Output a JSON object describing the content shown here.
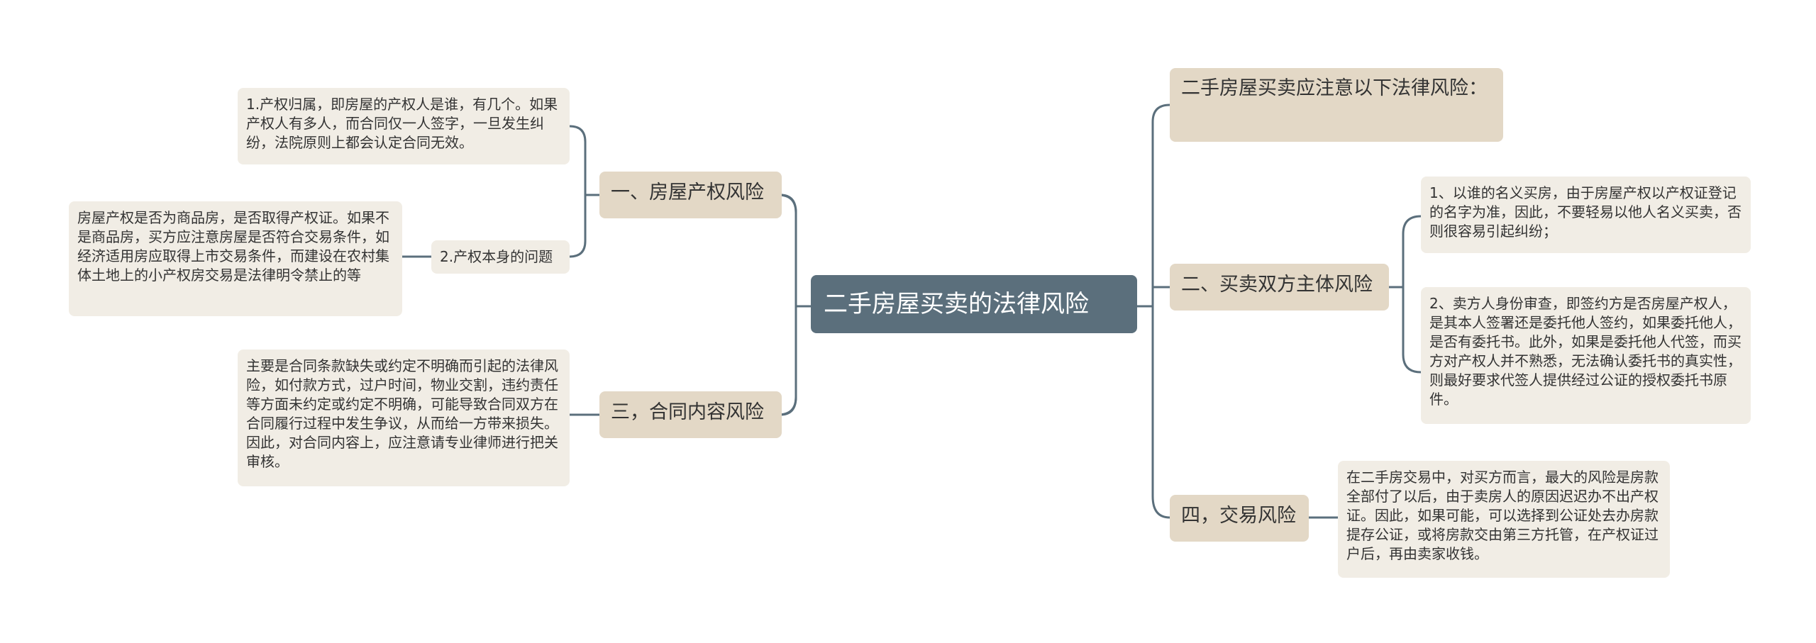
{
  "colors": {
    "root_bg": "#5b6f7c",
    "branch_bg": "#e3d8c6",
    "note_bg": "#f1ede5",
    "connector": "#5b6f7c"
  },
  "root": {
    "label": "二手房屋买卖的法律风险"
  },
  "right": {
    "intro": "二手房屋买卖应注意以下法律风险：",
    "subject_branch": "二、买卖双方主体风险",
    "subject_note_1": "1、以谁的名义买房，由于房屋产权以产权证登记的名字为准，因此，不要轻易以他人名义买卖，否则很容易引起纠纷；",
    "subject_note_2": "2、卖方人身份审查，即签约方是否房屋产权人，是其本人签署还是委托他人签约，如果委托他人，是否有委托书。此外，如果是委托他人代签，而买方对产权人并不熟悉，无法确认委托书的真实性，则最好要求代签人提供经过公证的授权委托书原件。",
    "trade_branch": "四，交易风险",
    "trade_note": "在二手房交易中，对买方而言，最大的风险是房款全部付了以后，由于卖房人的原因迟迟办不出产权证。因此，如果可能，可以选择到公证处去办房款提存公证，或将房款交由第三方托管，在产权证过户后，再由卖家收钱。"
  },
  "left": {
    "property_branch": "一、房屋产权风险",
    "property_note_1": "1.产权归属，即房屋的产权人是谁，有几个。如果产权人有多人，而合同仅一人签字，一旦发生纠纷，法院原则上都会认定合同无效。",
    "property_sub_2": "2.产权本身的问题",
    "property_sub_2_note": "房屋产权是否为商品房，是否取得产权证。如果不是商品房，买方应注意房屋是否符合交易条件，如经济适用房应取得上市交易条件，而建设在农村集体土地上的小产权房交易是法律明令禁止的等",
    "contract_branch": "三，合同内容风险",
    "contract_note": "主要是合同条款缺失或约定不明确而引起的法律风险，如付款方式，过户时间，物业交割，违约责任等方面未约定或约定不明确，可能导致合同双方在合同履行过程中发生争议，从而给一方带来损失。 因此，对合同内容上，应注意请专业律师进行把关审核。"
  }
}
